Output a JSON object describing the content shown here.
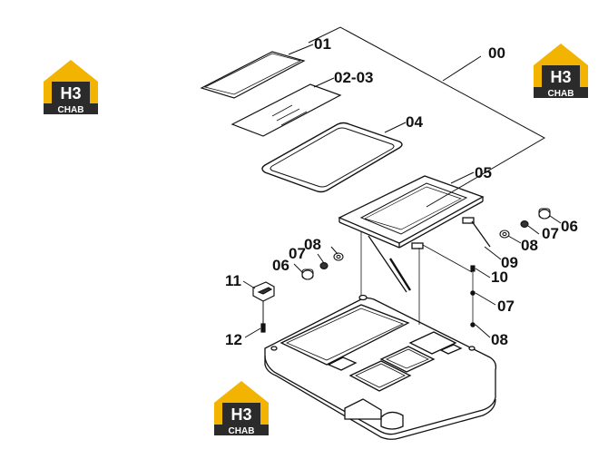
{
  "logos": [
    {
      "name": "logo-top-left",
      "letters": "H3",
      "caption": "CHAB"
    },
    {
      "name": "logo-top-right",
      "letters": "H3",
      "caption": "CHAB"
    },
    {
      "name": "logo-bottom",
      "letters": "H3",
      "caption": "CHAB"
    }
  ],
  "callouts": [
    {
      "id": "00",
      "text": "00"
    },
    {
      "id": "01",
      "text": "01"
    },
    {
      "id": "02-03",
      "text": "02-03"
    },
    {
      "id": "04",
      "text": "04"
    },
    {
      "id": "05",
      "text": "05"
    },
    {
      "id": "06-right",
      "text": "06"
    },
    {
      "id": "07-right",
      "text": "07"
    },
    {
      "id": "08-right",
      "text": "08"
    },
    {
      "id": "09",
      "text": "09"
    },
    {
      "id": "10",
      "text": "10"
    },
    {
      "id": "07-stack",
      "text": "07"
    },
    {
      "id": "08-stack",
      "text": "08"
    },
    {
      "id": "08-left",
      "text": "08"
    },
    {
      "id": "07-left",
      "text": "07"
    },
    {
      "id": "06-left",
      "text": "06"
    },
    {
      "id": "11",
      "text": "11"
    },
    {
      "id": "12",
      "text": "12"
    }
  ],
  "colors": {
    "logo_yellow": "#f2b400",
    "logo_dark": "#2b2b2b",
    "line": "#111111"
  }
}
